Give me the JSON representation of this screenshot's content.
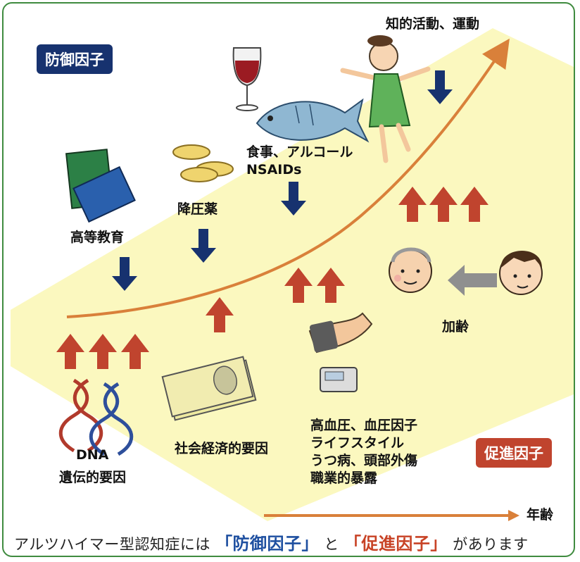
{
  "labels": {
    "protective_factors": "防御因子",
    "promoting_factors": "促進因子",
    "higher_education": "高等教育",
    "antihypertensive": "降圧薬",
    "diet_line1": "食事、アルコール",
    "diet_line2": "NSAIDs",
    "intellectual_activity": "知的活動、運動",
    "aging": "加齢",
    "dna": "DNA",
    "genetic_factors": "遺伝的要因",
    "socioeconomic": "社会経済的要因",
    "risk_line1": "高血圧、血圧因子",
    "risk_line2": "ライフスタイル",
    "risk_line3": "うつ病、頭部外傷",
    "risk_line4": "職業的暴露",
    "age_axis": "年齢"
  },
  "caption": {
    "prefix": "アルツハイマー型認知症には",
    "protect": "「防御因子」",
    "mid": "と",
    "promote": "「促進因子」",
    "suffix": "があります"
  },
  "colors": {
    "protect_blue": "#17326f",
    "promote_red": "#c0442e",
    "curve_orange": "#d9803a",
    "band_yellow": "#fbf8bf",
    "frame_green": "#3f8b3f"
  }
}
